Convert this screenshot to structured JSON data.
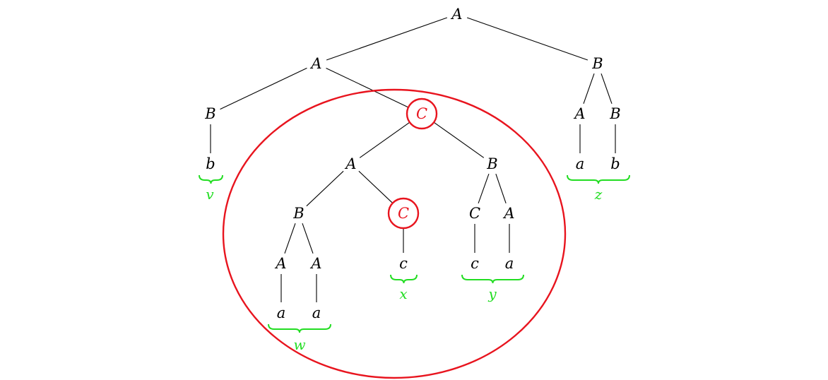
{
  "colors": {
    "highlight": "#e8141e",
    "yield": "#22dd22",
    "ink": "#000000"
  },
  "tree": {
    "nodes": [
      {
        "id": "n_root",
        "label": "A"
      },
      {
        "id": "n_l",
        "label": "A"
      },
      {
        "id": "n_r",
        "label": "B"
      },
      {
        "id": "n_ll",
        "label": "B"
      },
      {
        "id": "n_lb",
        "label": "b"
      },
      {
        "id": "n_c1",
        "label": "C",
        "highlight": true
      },
      {
        "id": "n_c1a",
        "label": "A"
      },
      {
        "id": "n_c1b",
        "label": "B"
      },
      {
        "id": "n_bb",
        "label": "B"
      },
      {
        "id": "n_c2",
        "label": "C",
        "highlight": true
      },
      {
        "id": "n_ba1",
        "label": "A"
      },
      {
        "id": "n_ba2",
        "label": "A"
      },
      {
        "id": "n_a1",
        "label": "a"
      },
      {
        "id": "n_a2",
        "label": "a"
      },
      {
        "id": "n_c2c",
        "label": "c"
      },
      {
        "id": "n_bc",
        "label": "C"
      },
      {
        "id": "n_ba",
        "label": "A"
      },
      {
        "id": "n_cc",
        "label": "c"
      },
      {
        "id": "n_aa",
        "label": "a"
      },
      {
        "id": "n_ra",
        "label": "A"
      },
      {
        "id": "n_rb",
        "label": "B"
      },
      {
        "id": "n_raa",
        "label": "a"
      },
      {
        "id": "n_rbb",
        "label": "b"
      }
    ],
    "edges": [
      [
        "n_root",
        "n_l"
      ],
      [
        "n_root",
        "n_r"
      ],
      [
        "n_l",
        "n_ll"
      ],
      [
        "n_l",
        "n_c1"
      ],
      [
        "n_ll",
        "n_lb"
      ],
      [
        "n_c1",
        "n_c1a"
      ],
      [
        "n_c1",
        "n_c1b"
      ],
      [
        "n_c1a",
        "n_bb"
      ],
      [
        "n_c1a",
        "n_c2"
      ],
      [
        "n_bb",
        "n_ba1"
      ],
      [
        "n_bb",
        "n_ba2"
      ],
      [
        "n_ba1",
        "n_a1"
      ],
      [
        "n_ba2",
        "n_a2"
      ],
      [
        "n_c2",
        "n_c2c"
      ],
      [
        "n_c1b",
        "n_bc"
      ],
      [
        "n_c1b",
        "n_ba"
      ],
      [
        "n_bc",
        "n_cc"
      ],
      [
        "n_ba",
        "n_aa"
      ],
      [
        "n_r",
        "n_ra"
      ],
      [
        "n_r",
        "n_rb"
      ],
      [
        "n_ra",
        "n_raa"
      ],
      [
        "n_rb",
        "n_rbb"
      ]
    ],
    "braces": [
      {
        "id": "brace_v",
        "label": "v"
      },
      {
        "id": "brace_w",
        "label": "w"
      },
      {
        "id": "brace_x",
        "label": "x"
      },
      {
        "id": "brace_y",
        "label": "y"
      },
      {
        "id": "brace_z",
        "label": "z"
      }
    ]
  }
}
